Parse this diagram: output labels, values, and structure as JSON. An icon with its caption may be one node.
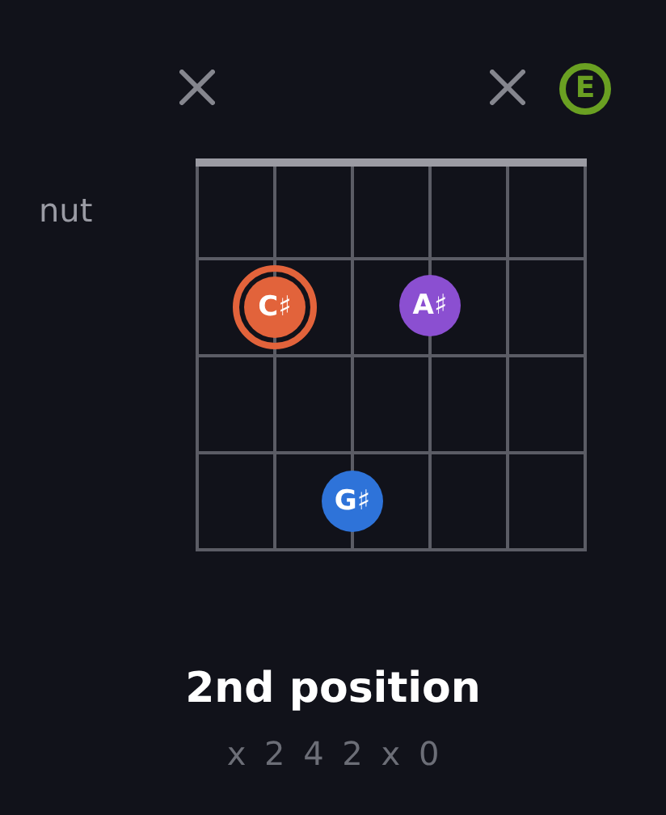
{
  "diagram": {
    "title": "2nd position",
    "nodes": [
      {
        "text": [
          "E"
        ]
      },
      {
        "text": [
          "C♯"
        ]
      },
      {
        "text": [
          "A♯"
        ]
      },
      {
        "text": [
          "G♯"
        ]
      }
    ],
    "labels": [
      "nut",
      "x 2 4 2 x 0"
    ]
  }
}
